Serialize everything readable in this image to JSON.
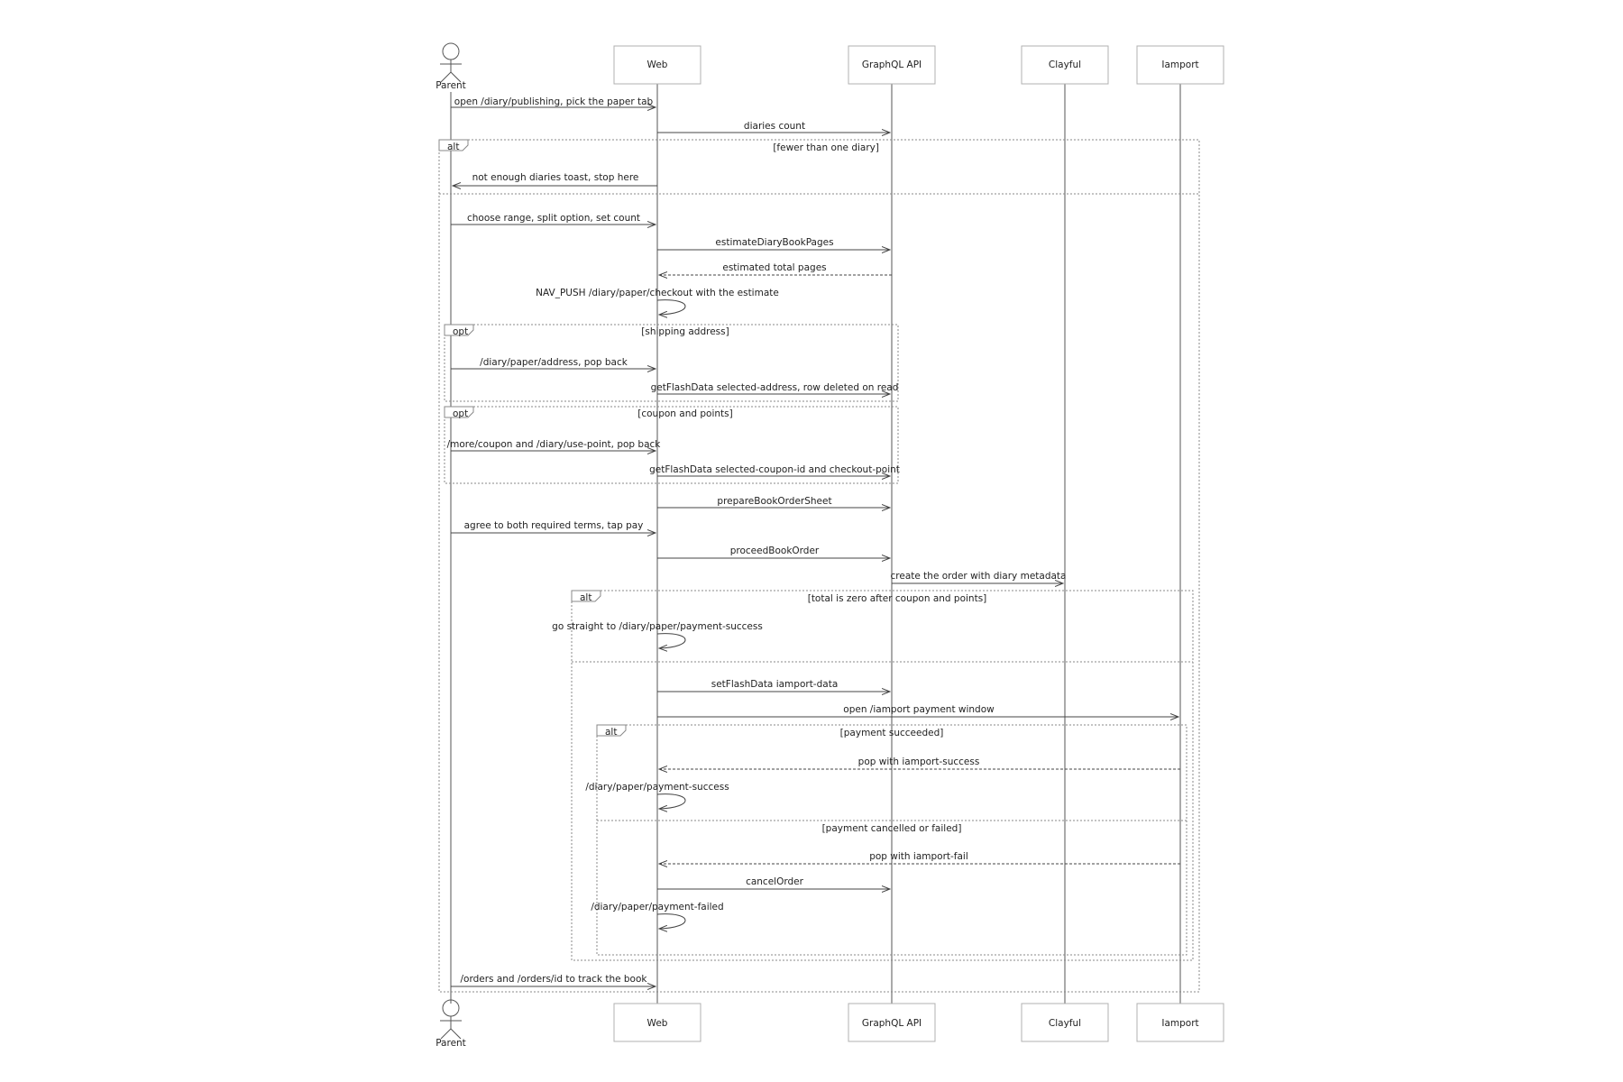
{
  "participants": [
    {
      "id": "parent",
      "label": "Parent",
      "kind": "actor"
    },
    {
      "id": "web",
      "label": "Web",
      "kind": "box"
    },
    {
      "id": "api",
      "label": "GraphQL API",
      "kind": "box"
    },
    {
      "id": "clayful",
      "label": "Clayful",
      "kind": "box"
    },
    {
      "id": "iamport",
      "label": "Iamport",
      "kind": "box"
    }
  ],
  "messages": [
    {
      "id": "m1",
      "from": "parent",
      "to": "web",
      "label": "open /diary/publishing, pick the paper tab",
      "style": "solid"
    },
    {
      "id": "m2",
      "from": "web",
      "to": "api",
      "label": "diaries count",
      "style": "solid"
    },
    {
      "id": "m3",
      "from": "web",
      "to": "parent",
      "label": "not enough diaries toast, stop here",
      "style": "solid"
    },
    {
      "id": "m4",
      "from": "parent",
      "to": "web",
      "label": "choose range, split option, set count",
      "style": "solid"
    },
    {
      "id": "m5",
      "from": "web",
      "to": "api",
      "label": "estimateDiaryBookPages",
      "style": "solid"
    },
    {
      "id": "m6",
      "from": "api",
      "to": "web",
      "label": "estimated total pages",
      "style": "dashed"
    },
    {
      "id": "m7",
      "from": "web",
      "to": "web",
      "label": "NAV_PUSH /diary/paper/checkout with the estimate",
      "style": "solid"
    },
    {
      "id": "m8",
      "from": "parent",
      "to": "web",
      "label": "/diary/paper/address, pop back",
      "style": "solid"
    },
    {
      "id": "m9",
      "from": "web",
      "to": "api",
      "label": "getFlashData selected-address, row deleted on read",
      "style": "solid"
    },
    {
      "id": "m10",
      "from": "parent",
      "to": "web",
      "label": "/more/coupon and /diary/use-point, pop back",
      "style": "solid"
    },
    {
      "id": "m11",
      "from": "web",
      "to": "api",
      "label": "getFlashData selected-coupon-id and checkout-point",
      "style": "solid"
    },
    {
      "id": "m12",
      "from": "web",
      "to": "api",
      "label": "prepareBookOrderSheet",
      "style": "solid"
    },
    {
      "id": "m13",
      "from": "parent",
      "to": "web",
      "label": "agree to both required terms, tap pay",
      "style": "solid"
    },
    {
      "id": "m14",
      "from": "web",
      "to": "api",
      "label": "proceedBookOrder",
      "style": "solid"
    },
    {
      "id": "m15",
      "from": "api",
      "to": "clayful",
      "label": "create the order with diary metadata",
      "style": "solid"
    },
    {
      "id": "m16",
      "from": "web",
      "to": "web",
      "label": "go straight to /diary/paper/payment-success",
      "style": "solid"
    },
    {
      "id": "m17",
      "from": "web",
      "to": "api",
      "label": "setFlashData iamport-data",
      "style": "solid"
    },
    {
      "id": "m18",
      "from": "web",
      "to": "iamport",
      "label": "open /iamport payment window",
      "style": "solid"
    },
    {
      "id": "m19",
      "from": "iamport",
      "to": "web",
      "label": "pop with iamport-success",
      "style": "dashed"
    },
    {
      "id": "m20",
      "from": "web",
      "to": "web",
      "label": "/diary/paper/payment-success",
      "style": "solid"
    },
    {
      "id": "m21",
      "from": "iamport",
      "to": "web",
      "label": "pop with iamport-fail",
      "style": "dashed"
    },
    {
      "id": "m22",
      "from": "web",
      "to": "api",
      "label": "cancelOrder",
      "style": "solid"
    },
    {
      "id": "m23",
      "from": "web",
      "to": "web",
      "label": "/diary/paper/payment-failed",
      "style": "solid"
    },
    {
      "id": "m24",
      "from": "parent",
      "to": "web",
      "label": "/orders and /orders/id to track the book",
      "style": "solid"
    }
  ],
  "fragments": [
    {
      "id": "f1",
      "kind": "alt",
      "conditions": [
        "[fewer than one diary]"
      ]
    },
    {
      "id": "f2",
      "kind": "opt",
      "conditions": [
        "[shipping address]"
      ]
    },
    {
      "id": "f3",
      "kind": "opt",
      "conditions": [
        "[coupon and points]"
      ]
    },
    {
      "id": "f4",
      "kind": "alt",
      "conditions": [
        "[total is zero after coupon and points]"
      ]
    },
    {
      "id": "f5",
      "kind": "alt",
      "conditions": [
        "[payment succeeded]",
        "[payment cancelled or failed]"
      ]
    }
  ],
  "colors": {
    "lifeline": "#555555",
    "box_border": "#b0b0b0",
    "frame": "#888888",
    "text": "#222222"
  }
}
